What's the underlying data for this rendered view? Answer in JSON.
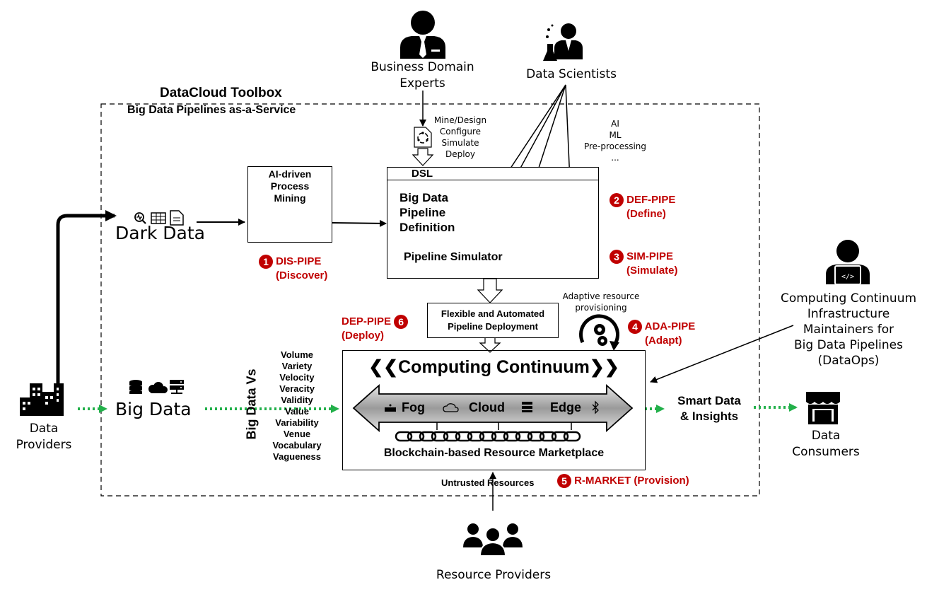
{
  "toolbox": {
    "title": "DataCloud Toolbox",
    "subtitle": "Big Data Pipelines as-a-Service"
  },
  "actors": {
    "business": [
      "Business Domain",
      "Experts"
    ],
    "scientists": "Data Scientists",
    "maintainers": [
      "Computing Continuum",
      "Infrastructure",
      "Maintainers for",
      "Big Data Pipelines",
      "(DataOps)"
    ],
    "providers": [
      "Data",
      "Providers"
    ],
    "consumers": [
      "Data",
      "Consumers"
    ],
    "resource_providers": "Resource Providers"
  },
  "annotations": {
    "design_actions": [
      "Mine/Design",
      "Configure",
      "Simulate",
      "Deploy"
    ],
    "ai_list": [
      "AI",
      "ML",
      "Pre-processing",
      "..."
    ],
    "adaptive": [
      "Adaptive resource",
      "provisioning"
    ],
    "untrusted": "Untrusted Resources",
    "smart_data": [
      "Smart Data",
      "& Insights"
    ]
  },
  "data": {
    "dark": "Dark Data",
    "big": "Big Data",
    "vs_title": "Big Data Vs",
    "vs": [
      "Volume",
      "Variety",
      "Velocity",
      "Veracity",
      "Validity",
      "Value",
      "Variability",
      "Venue",
      "Vocabulary",
      "Vagueness"
    ]
  },
  "boxes": {
    "mining": [
      "AI-driven",
      "Process",
      "Mining"
    ],
    "dsl": "DSL",
    "pipeline_def": [
      "Big Data",
      "Pipeline",
      "Definition"
    ],
    "simulator": "Pipeline Simulator",
    "deployment": [
      "Flexible and Automated",
      "Pipeline Deployment"
    ],
    "continuum": "❮❮Computing Continuum❯❯",
    "fog": "Fog",
    "cloud": "Cloud",
    "edge": "Edge",
    "marketplace": "Blockchain-based Resource Marketplace"
  },
  "steps": {
    "dis": {
      "num": "1",
      "name": "DIS-PIPE",
      "sub": "(Discover)"
    },
    "def": {
      "num": "2",
      "name": "DEF-PIPE",
      "sub": "(Define)"
    },
    "sim": {
      "num": "3",
      "name": "SIM-PIPE",
      "sub": "(Simulate)"
    },
    "ada": {
      "num": "4",
      "name": "ADA-PIPE",
      "sub": "(Adapt)"
    },
    "mkt": {
      "num": "5",
      "name": "R-MARKET (Provision)"
    },
    "dep": {
      "num": "6",
      "name": "DEP-PIPE",
      "sub": "(Deploy)"
    }
  },
  "colors": {
    "accent_red": "#c00000",
    "flow_green": "#22b04a",
    "arrow_gray": "#b0b0b0"
  },
  "icons": [
    "business-person-icon",
    "scientist-icon",
    "developer-icon",
    "buildings-icon",
    "store-icon",
    "people-group-icon",
    "search-icon",
    "table-icon",
    "document-icon",
    "database-icon",
    "cloud-icon",
    "server-icon",
    "process-flow-icon",
    "target-icon",
    "cycle-icon",
    "gears-icon",
    "chain-icon",
    "wifi-router-icon",
    "bluetooth-icon"
  ]
}
